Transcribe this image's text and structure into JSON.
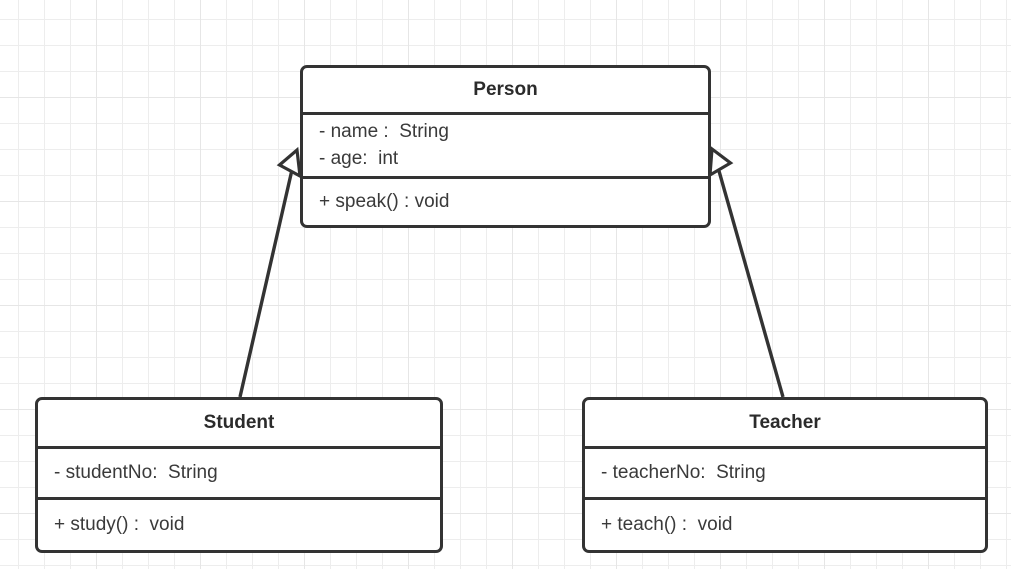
{
  "diagram": {
    "type": "uml-class-diagram",
    "background": "#ffffff",
    "grid_color": "#ededed",
    "line_color": "#333333",
    "text_color": "#3a3a3a",
    "classes": [
      {
        "id": "person",
        "name": "Person",
        "attributes": [
          "- name :  String",
          "- age:  int"
        ],
        "operations": [
          "+ speak() : void"
        ]
      },
      {
        "id": "student",
        "name": "Student",
        "attributes": [
          "- studentNo:  String"
        ],
        "operations": [
          "+ study() :  void"
        ]
      },
      {
        "id": "teacher",
        "name": "Teacher",
        "attributes": [
          "- teacherNo:  String"
        ],
        "operations": [
          "+ teach() :  void"
        ]
      }
    ],
    "relationships": [
      {
        "id": "student-extends-person",
        "kind": "generalization",
        "from": "Student",
        "to": "Person"
      },
      {
        "id": "teacher-extends-person",
        "kind": "generalization",
        "from": "Teacher",
        "to": "Person"
      }
    ]
  }
}
